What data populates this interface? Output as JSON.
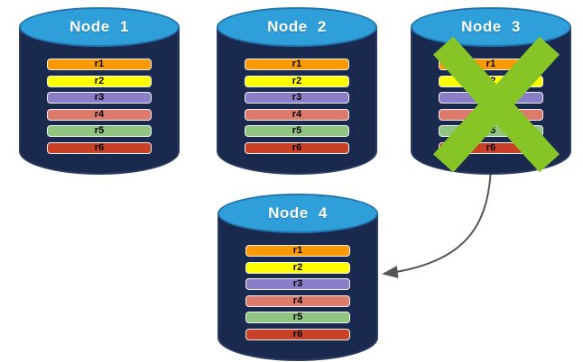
{
  "colors": {
    "background": "#FFFFFF",
    "cylinder_body": "#1A294E",
    "cylinder_outline": "#2B3B63",
    "cylinder_top": "#2E9FD9",
    "cylinder_top_outline": "#2273AE",
    "title_text": "#FFFFFF",
    "row_text": "#000000",
    "row_border": "#F2F2F2",
    "x_mark": "#87C527",
    "arrow": "#555555"
  },
  "nodes": [
    {
      "id": "node-1",
      "title": "Node 1",
      "failed": false,
      "rows": [
        {
          "label": "r1",
          "color": "#FB9900"
        },
        {
          "label": "r2",
          "color": "#FFFF00"
        },
        {
          "label": "r3",
          "color": "#8B7EC8"
        },
        {
          "label": "r4",
          "color": "#DD7A6B"
        },
        {
          "label": "r5",
          "color": "#90C581"
        },
        {
          "label": "r6",
          "color": "#C84127"
        }
      ]
    },
    {
      "id": "node-2",
      "title": "Node 2",
      "failed": false,
      "rows": [
        {
          "label": "r1",
          "color": "#FB9900"
        },
        {
          "label": "r2",
          "color": "#FFFF00"
        },
        {
          "label": "r3",
          "color": "#8B7EC8"
        },
        {
          "label": "r4",
          "color": "#DD7A6B"
        },
        {
          "label": "r5",
          "color": "#90C581"
        },
        {
          "label": "r6",
          "color": "#C84127"
        }
      ]
    },
    {
      "id": "node-3",
      "title": "Node 3",
      "failed": true,
      "rows": [
        {
          "label": "r1",
          "color": "#FB9900"
        },
        {
          "label": "r2",
          "color": "#FFFF00"
        },
        {
          "label": "r3",
          "color": "#8B7EC8"
        },
        {
          "label": "r4",
          "color": "#DD7A6B"
        },
        {
          "label": "r5",
          "color": "#90C581"
        },
        {
          "label": "r6",
          "color": "#C84127"
        }
      ]
    },
    {
      "id": "node-4",
      "title": "Node 4",
      "failed": false,
      "rows": [
        {
          "label": "r1",
          "color": "#FB9900"
        },
        {
          "label": "r2",
          "color": "#FFFF00"
        },
        {
          "label": "r3",
          "color": "#8B7EC8"
        },
        {
          "label": "r4",
          "color": "#DD7A6B"
        },
        {
          "label": "r5",
          "color": "#90C581"
        },
        {
          "label": "r6",
          "color": "#C84127"
        }
      ]
    }
  ],
  "arrow": {
    "from": "Node 3",
    "to": "Node 4",
    "description": "curved arrow from failed Node 3 pointing to Node 4"
  }
}
